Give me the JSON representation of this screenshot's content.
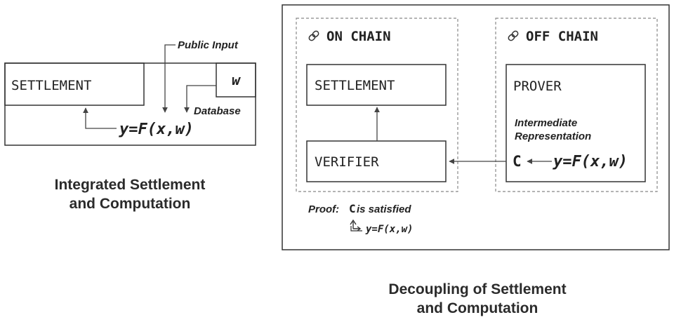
{
  "left": {
    "settlement_label": "SETTLEMENT",
    "witness_label": "w",
    "public_input_label": "Public Input",
    "database_label": "Database",
    "function_label": "y=F(x,w)",
    "caption_line1": "Integrated Settlement",
    "caption_line2": "and Computation"
  },
  "right": {
    "on_chain_title": "ON CHAIN",
    "off_chain_title": "OFF CHAIN",
    "settlement_label": "SETTLEMENT",
    "verifier_label": "VERIFIER",
    "prover_label": "PROVER",
    "ir_line1": "Intermediate",
    "ir_line2": "Representation",
    "constraint_label": "C",
    "function_label": "y=F(x,w)",
    "proof_prefix": "Proof: ",
    "proof_c": "C",
    "proof_suffix": " is satisfied",
    "proof_function": "y=F(x,w)",
    "caption_line1": "Decoupling of Settlement",
    "caption_line2": "and Computation"
  },
  "icons": {
    "on_chain": "link-icon",
    "off_chain": "link-icon",
    "proof": "return-arrow-icon"
  }
}
